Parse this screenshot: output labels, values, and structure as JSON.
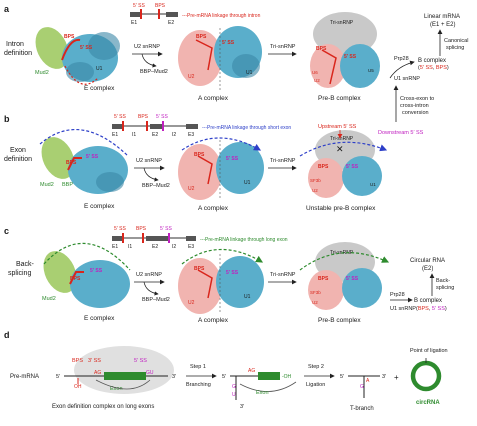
{
  "panels": {
    "a": {
      "letter": "a",
      "row_label": [
        "Intron",
        "definition"
      ],
      "gene_labels": {
        "ss5": "5′ SS",
        "bps": "BPS",
        "e1": "E1",
        "e2": "E2"
      },
      "linkage_note": "---Pre-mRNA linkage through intron",
      "site_labels": {
        "bps": "BPS",
        "ss5": "5′ SS",
        "mud2": "Mud2"
      },
      "factor_labels": {
        "u1": "U1",
        "u2": "U2",
        "u2_b": "U2",
        "u1_b": "U1",
        "u6": "U6",
        "u5": "U5"
      },
      "tri_snrnp_label": "Tri-snRNP",
      "transitions": [
        "U2 snRNP",
        "BBP–Mud2",
        "Tri-snRNP"
      ],
      "complexes": [
        "E complex",
        "A complex",
        "Pre-B complex"
      ],
      "right": {
        "linear_mrna": [
          "Linear mRNA",
          "(E1 + E2)"
        ],
        "canonical": [
          "Canonical",
          "splicing"
        ],
        "prp28": "Prp28",
        "b_complex": "B complex",
        "b_sites_open": "(",
        "b_sites_ss": "5′ SS",
        "b_sites_sep": ", ",
        "b_sites_bps": "BPS",
        "b_sites_close": ")",
        "u1_snrnp": "U1 snRNP",
        "cross_exon": [
          "Cross-exon to",
          "cross-intron",
          "conversion"
        ]
      }
    },
    "b": {
      "letter": "b",
      "row_label": [
        "Exon",
        "definition"
      ],
      "gene_labels": {
        "ss5a": "5′ SS",
        "bps": "BPS",
        "ss5b": "5′ SS",
        "e1": "E1",
        "i1": "I1",
        "e2": "E2",
        "i2": "I2",
        "e3": "E3"
      },
      "linkage_note": "---Pre-mRNA linkage through short exon",
      "site_labels": {
        "bps": "BPS",
        "ss5": "5′ SS",
        "mud2": "Mud2",
        "bbp": "BBP"
      },
      "factor_labels": {
        "u2": "U2",
        "u1": "U1",
        "u2_b": "U2",
        "u1_b": "U1",
        "sf3b": "SF3b",
        "u2_c": "U2",
        "u1_c": "U1"
      },
      "tri_snrnp_label": "Tri-snRNP",
      "upstream": "Upstream 5′ SS",
      "downstream": "Downstream 5′ SS",
      "transitions": [
        "U2 snRNP",
        "BBP–Mud2",
        "Tri-snRNP"
      ],
      "complexes": [
        "E complex",
        "A complex",
        "Unstable pre-B complex"
      ]
    },
    "c": {
      "letter": "c",
      "row_label": [
        "Back-",
        "splicing"
      ],
      "gene_labels": {
        "ss5a": "5′ SS",
        "bps": "BPS",
        "ss5b": "5′ SS",
        "e1": "E1",
        "i1": "I1",
        "e2": "E2",
        "i2": "I2",
        "e3": "E3"
      },
      "linkage_note": "---Pre-mRNA linkage through long exon",
      "site_labels": {
        "bps": "BPS",
        "ss5": "5′ SS",
        "mud2": "Mud2"
      },
      "factor_labels": {
        "u2": "U2",
        "u1": "U1",
        "u2_b": "U2",
        "sf3b": "SF3b",
        "u2_c": "U2"
      },
      "tri_snrnp_label": "Tri-snRNP",
      "transitions": [
        "U2 snRNP",
        "BBP–Mud2",
        "Tri-snRNP"
      ],
      "complexes": [
        "E complex",
        "A complex",
        "Pre-B complex"
      ],
      "right": {
        "circular": [
          "Circular RNA",
          "(E2)"
        ],
        "back": [
          "Back-",
          "splicing"
        ],
        "prp28": "Prp28",
        "u1_snrnp": "U1 snRNP",
        "b_complex": "B complex",
        "b_sites_open": "(",
        "b_sites_bps": "BPS",
        "b_sites_sep": ", ",
        "b_sites_ss": "5′ SS",
        "b_sites_close": ")"
      }
    },
    "d": {
      "letter": "d",
      "pre_mrna": "Pre-mRNA",
      "five": "5′",
      "three": "3′",
      "bps": "BPS",
      "ss3": "3′ SS",
      "ss5": "5′ SS",
      "oh": "OH",
      "ag": "AG",
      "exon": "Exon",
      "gu": "GU",
      "caption": "Exon definition complex on long exons",
      "step1": [
        "Step 1",
        "Branching"
      ],
      "step2": [
        "Step 2",
        "Ligation"
      ],
      "mid_oh": "-OH",
      "g": "G",
      "u": "U",
      "a": "A",
      "t_branch": "T-branch",
      "point": [
        "Point of ligation"
      ],
      "circrna": "circRNA",
      "plus": "+"
    }
  },
  "colors": {
    "protein": "#5aaecb",
    "protein_dark": "#3a87a6",
    "pink": "#f1b4b0",
    "grey": "#c9c9c9",
    "mud2": "#a9cf72",
    "red": "#d9261c",
    "magenta": "#c020c0",
    "green": "#2e8b2e",
    "blue": "#2d3fc8"
  }
}
